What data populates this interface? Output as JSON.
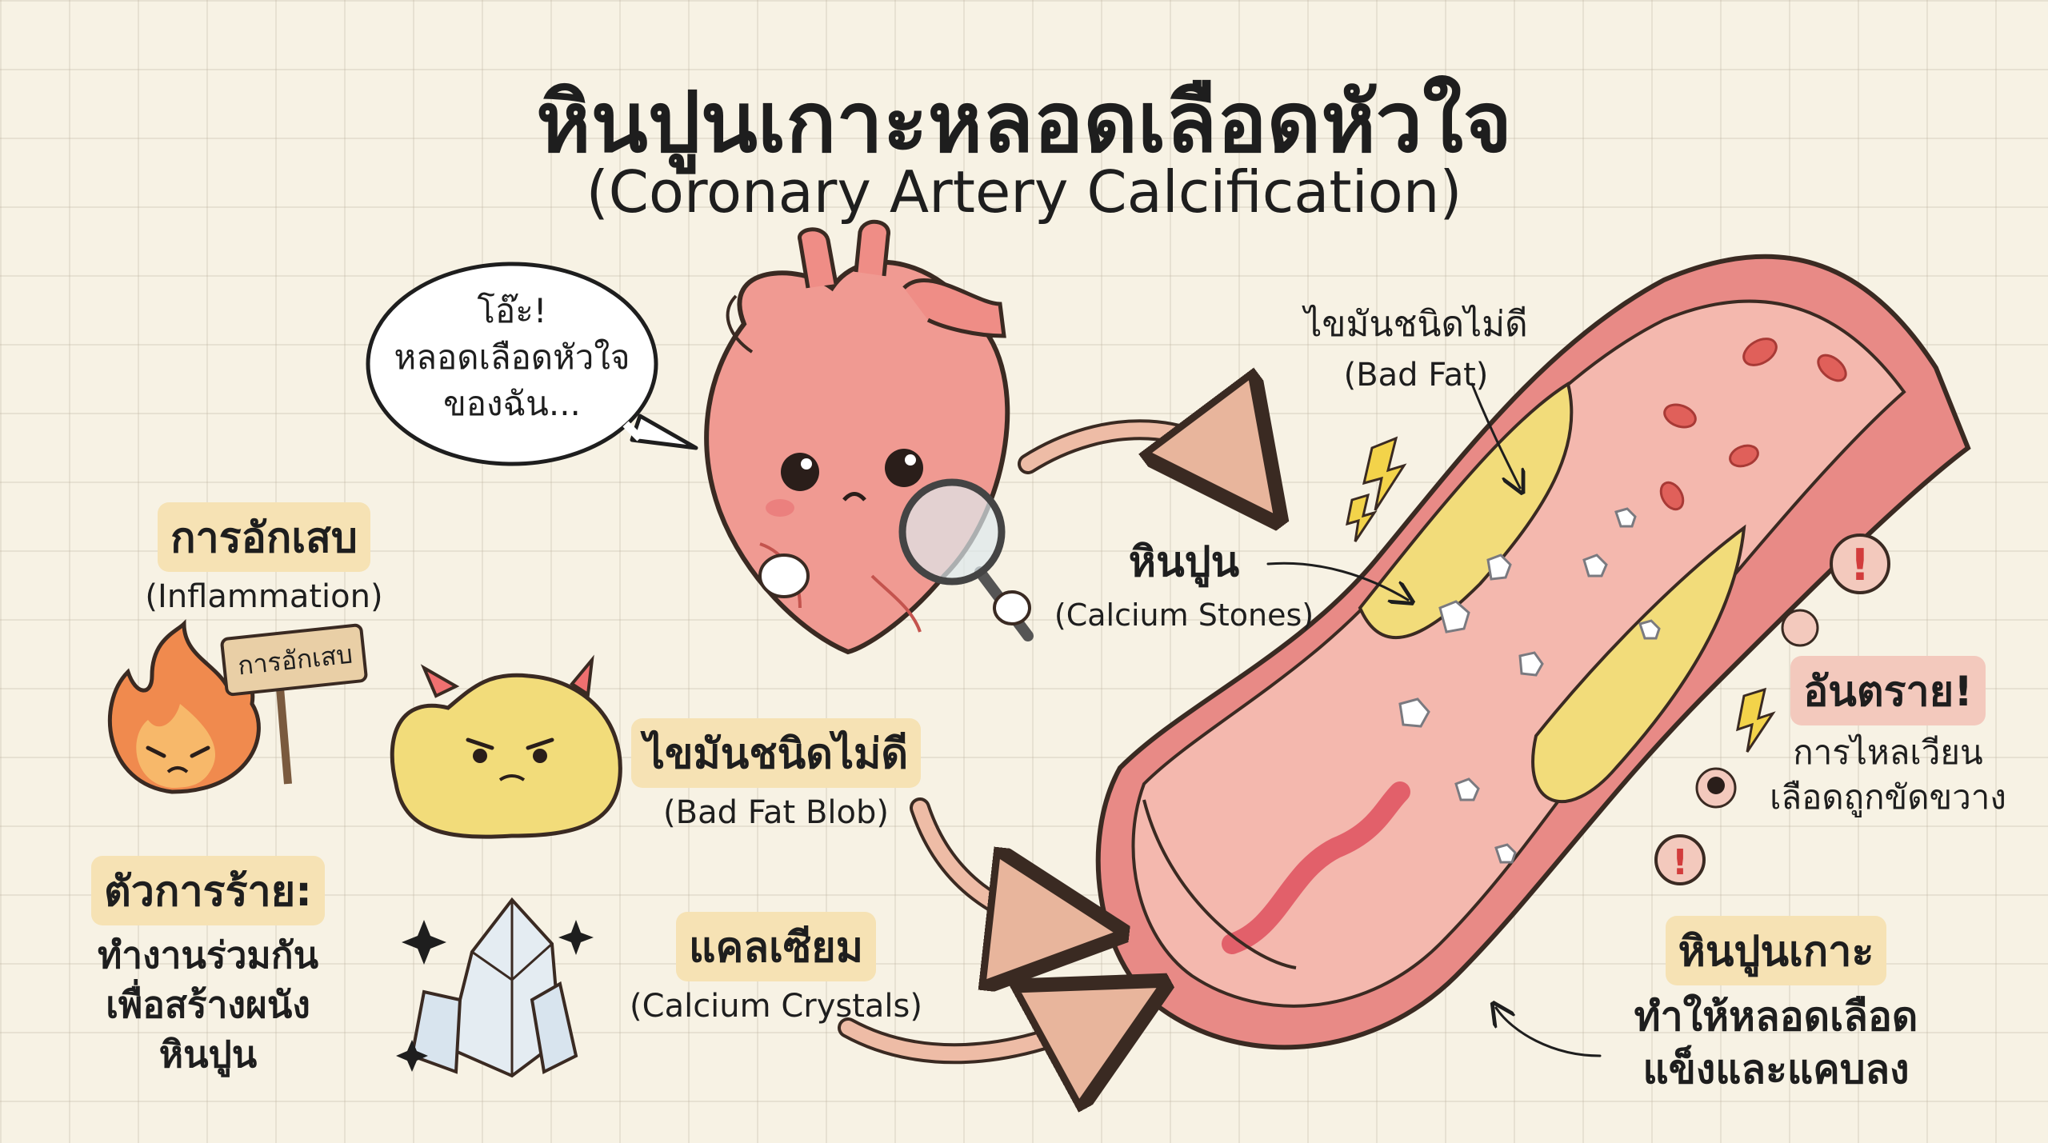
{
  "title": {
    "thai": "หินปูนเกาะหลอดเลือดหัวใจ",
    "english": "(Coronary Artery Calcification)"
  },
  "heart_bubble": {
    "line1": "โอ๊ะ!",
    "line2": "หลอดเลือดหัวใจ",
    "line3": "ของฉัน..."
  },
  "inflammation": {
    "label_th": "การอักเสบ",
    "label_en": "(Inflammation)",
    "sign_text": "การอักเสบ"
  },
  "bad_fat_blob": {
    "label_th": "ไขมันชนิดไม่ดี",
    "label_en": "(Bad Fat Blob)"
  },
  "villains": {
    "heading": "ตัวการร้าย:",
    "line1": "ทำงานร่วมกัน",
    "line2": "เพื่อสร้างผนัง",
    "line3": "หินปูน"
  },
  "calcium": {
    "label_th": "แคลเซียม",
    "label_en": "(Calcium Crystals)"
  },
  "artery_bad_fat": {
    "label_th": "ไขมันชนิดไม่ดี",
    "label_en": "(Bad Fat)"
  },
  "artery_stones": {
    "label_th": "หินปูน",
    "label_en": "(Calcium Stones)"
  },
  "danger": {
    "heading": "อันตราย!",
    "line1": "การไหลเวียน",
    "line2": "เลือดถูกขัดขวาง"
  },
  "result": {
    "heading": "หินปูนเกาะ",
    "line1": "ทำให้หลอดเลือด",
    "line2": "แข็งและแคบลง"
  },
  "icons": [
    "heart-character-icon",
    "magnifier-icon",
    "fire-character-icon",
    "fat-blob-icon",
    "crystal-icon",
    "sparkle-icon",
    "lightning-icon",
    "alert-icon",
    "skull-icon",
    "artery-icon",
    "arrow-icon"
  ],
  "colors": {
    "artery_wall": "#e88a86",
    "artery_inner": "#f4b8ae",
    "fat_yellow": "#f2dc7a",
    "heart": "#f09a92",
    "highlight_yellow": "#f6e2b4",
    "highlight_red": "#f3c9bd"
  }
}
